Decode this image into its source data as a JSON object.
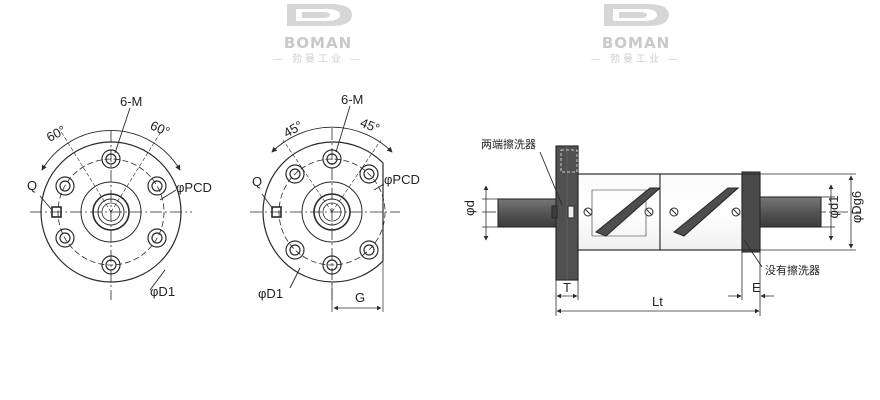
{
  "watermark": {
    "brand": "BOMAN",
    "tagline": "— 勃曼工业 —"
  },
  "view_left": {
    "holes_label": "6-M",
    "angle_left": "60°",
    "angle_right": "60°",
    "q_label": "Q",
    "pcd_label": "φPCD",
    "d1_label": "φD1"
  },
  "view_middle": {
    "holes_label": "6-M",
    "angle_left": "45°",
    "angle_right": "45°",
    "q_label": "Q",
    "pcd_label": "φPCD",
    "d1_label": "φD1",
    "g_label": "G"
  },
  "view_side": {
    "wiper_both_ends": "两端擦洗器",
    "no_wiper": "没有擦洗器",
    "d_label": "φd",
    "d1_label": "φd1",
    "dg6_label": "φDg6",
    "t_label": "T",
    "lt_label": "Lt",
    "e_label": "E"
  },
  "colors": {
    "line": "#2a2a2a",
    "dark_part": "#4a4a4a",
    "watermark": "#cccccc"
  }
}
